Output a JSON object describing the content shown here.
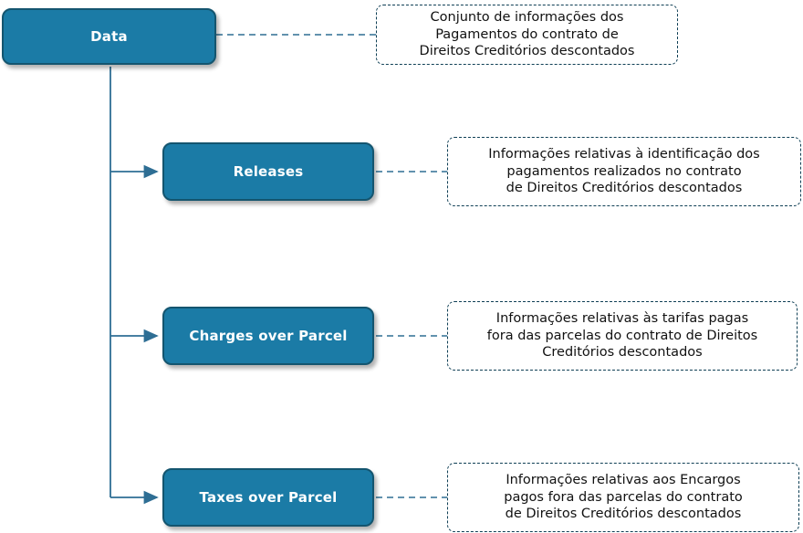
{
  "diagram": {
    "type": "tree",
    "root": {
      "label": "Data",
      "note": "Conjunto de informações dos\nPagamentos do contrato de\nDireitos Creditórios descontados"
    },
    "children": [
      {
        "label": "Releases",
        "note": "Informações relativas à identificação dos\npagamentos realizados no contrato\nde Direitos Creditórios descontados"
      },
      {
        "label": "Charges over Parcel",
        "note": "Informações relativas às tarifas pagas\nfora das parcelas do contrato de Direitos\nCreditórios descontados"
      },
      {
        "label": "Taxes over Parcel",
        "note": "Informações relativas aos Encargos\npagos fora das parcelas do contrato\nde Direitos Creditórios descontados"
      }
    ],
    "colors": {
      "node_fill": "#1b7ba6",
      "node_border": "#14556f",
      "node_text": "#ffffff",
      "note_border": "#0f3f55",
      "note_text": "#111111",
      "connector": "#2e6e94",
      "background": "#ffffff"
    }
  }
}
